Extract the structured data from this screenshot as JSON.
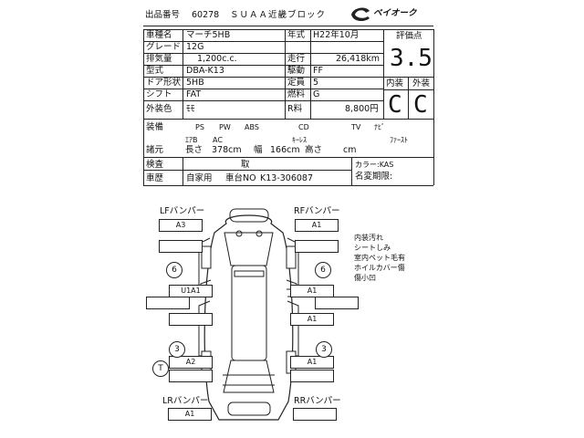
{
  "header": {
    "lot_label": "出品番号",
    "lot_no": "60278",
    "auction_name": "ＳＵＡＡ近畿ブロック",
    "logo_text": "ベイオーク"
  },
  "fields": {
    "name_label": "車種名",
    "name_value": "マーチ5HB",
    "grade_label": "グレード",
    "grade_value": "12G",
    "displacement_label": "排気量",
    "displacement_value": "1,200c.c.",
    "model_label": "型式",
    "model_value": "DBA-K13",
    "doors_label": "ドア形状",
    "doors_value": "5HB",
    "shift_label": "シフト",
    "shift_value": "FAT",
    "color_label": "外装色",
    "color_value": "ﾓﾓ",
    "year_label": "年式",
    "year_value": "H22年10月",
    "mileage_label": "走行",
    "mileage_value": "26,418km",
    "drive_label": "駆動",
    "drive_value": "FF",
    "capacity_label": "定員",
    "capacity_value": "5",
    "fuel_label": "燃料",
    "fuel_value": "G",
    "r_label": "R料",
    "r_value": "8,800円"
  },
  "score": {
    "label": "評価点",
    "value": "3.5",
    "interior_label": "内装",
    "exterior_label": "外装",
    "interior_value": "C",
    "exterior_value": "C"
  },
  "equipment": {
    "label": "装備",
    "row1": [
      "PS",
      "PW",
      "ABS",
      "CD",
      "TV",
      "ﾅﾋﾞ"
    ],
    "row2": [
      "ｴｱB",
      "AC",
      "ｷｰﾚｽ",
      "ﾌｧｰｽﾄ"
    ]
  },
  "dimensions": {
    "label": "諸元",
    "length_label": "長さ",
    "length_value": "378cm",
    "width_label": "幅",
    "width_value": "166cm",
    "height_label": "高さ",
    "height_unit": "cm"
  },
  "inspection": {
    "label": "検査",
    "value": "取",
    "history_label": "車歴",
    "history_value": "自家用",
    "chassis_label": "車台NO",
    "chassis_value": "K13-306087",
    "color_code": "カラー:KAS",
    "name_change": "名変期限:"
  },
  "diagram": {
    "lf_bumper": "LFバンパー",
    "rf_bumper": "RFバンパー",
    "lr_bumper": "LRバンパー",
    "rr_bumper": "RRバンパー",
    "lf_code": "A3",
    "rf_code": "A1",
    "lr_code": "A1",
    "left_front_door": "U1A1",
    "left_rear_door": "A2",
    "right_front_door": "A1",
    "right_mid_door": "A1",
    "right_rear_door": "A1",
    "circle_lf": "6",
    "circle_rf": "6",
    "circle_lr": "3",
    "circle_rr": "3",
    "circle_tire": "T"
  },
  "notes": {
    "lines": [
      "内装汚れ",
      "シートしみ",
      "室内ペット毛有",
      "ホイルカバー傷",
      "傷小凹"
    ]
  }
}
